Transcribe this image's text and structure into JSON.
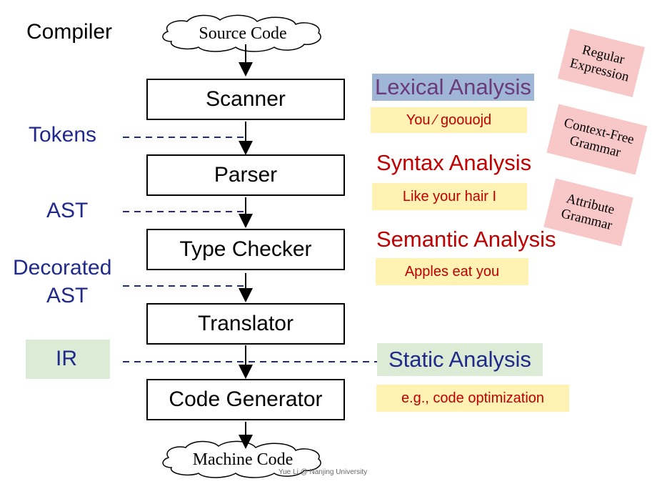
{
  "title": "Compiler",
  "source": "Source Code",
  "target": "Machine Code",
  "stages": [
    "Scanner",
    "Parser",
    "Type Checker",
    "Translator",
    "Code Generator"
  ],
  "intermediates": {
    "tokens": "Tokens",
    "ast": "AST",
    "decorated_ast_line1": "Decorated",
    "decorated_ast_line2": "AST",
    "ir": "IR"
  },
  "phases": {
    "lexical": "Lexical Analysis",
    "syntax": "Syntax Analysis",
    "semantic": "Semantic Analysis",
    "static": "Static Analysis"
  },
  "examples": {
    "lexical": "You ⁄ goouojd",
    "syntax": "Like your hair I",
    "semantic": "Apples eat you",
    "static": "e.g., code optimization"
  },
  "formalisms": {
    "regular": "Regular\nExpression",
    "cfg": "Context-Free\nGrammar",
    "attribute": "Attribute\nGrammar"
  },
  "footer": "Yue Li @ Nanjing University",
  "colors": {
    "phase_red": "#c00000",
    "label_blue": "#1f2a8a",
    "example_bg": "#fff2b3",
    "sticky_bg": "#f8c8c8",
    "ir_bg": "#dcebd6",
    "lexical_bg": "#9fb6d6"
  }
}
